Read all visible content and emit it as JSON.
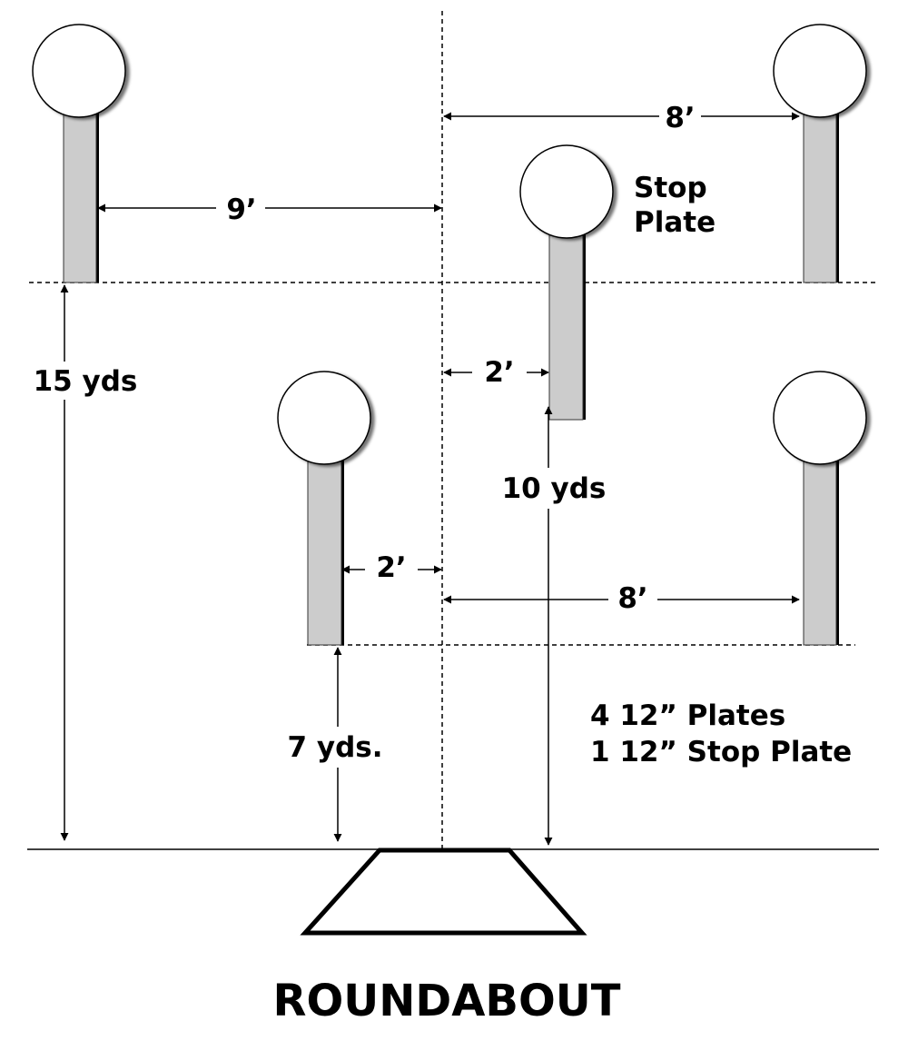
{
  "title": "ROUNDABOUT",
  "dimensions": {
    "top_right_gap": "8’",
    "left_to_center": "9’",
    "stop_offset": "2’",
    "near_left_offset": "2’",
    "near_right_gap": "8’",
    "far_distance": "15 yds",
    "stop_distance": "10 yds",
    "near_distance": "7 yds."
  },
  "stop_plate_label": {
    "line1": "Stop",
    "line2": "Plate"
  },
  "notes": {
    "line1": "4 12” Plates",
    "line2": "1 12” Stop Plate"
  },
  "targets": [
    {
      "name": "far-left",
      "kind": "plate"
    },
    {
      "name": "far-right",
      "kind": "plate"
    },
    {
      "name": "stop",
      "kind": "stop plate"
    },
    {
      "name": "near-left",
      "kind": "plate"
    },
    {
      "name": "near-right",
      "kind": "plate"
    }
  ],
  "colors": {
    "post": "#cccccc",
    "shadow": "#000000",
    "plate": "#ffffff",
    "line": "#000000"
  }
}
